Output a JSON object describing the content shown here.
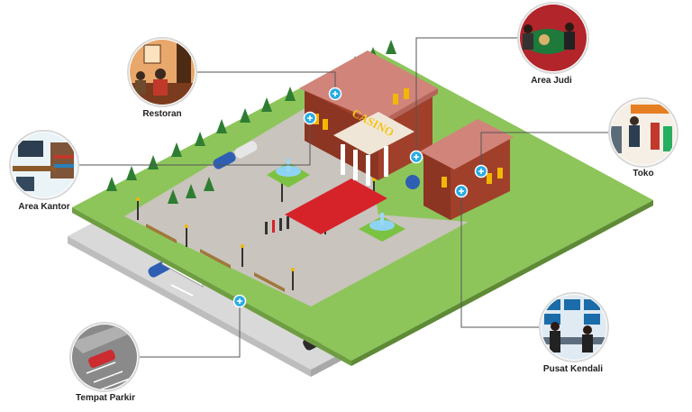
{
  "sign": {
    "casino": "CASINO"
  },
  "callouts": [
    {
      "key": "restoran",
      "label": "Restoran",
      "icon": "restaurant-icon"
    },
    {
      "key": "area-judi",
      "label": "Area Judi",
      "icon": "gambling-table-icon"
    },
    {
      "key": "toko",
      "label": "Toko",
      "icon": "shop-icon"
    },
    {
      "key": "area-kantor",
      "label": "Area Kantor",
      "icon": "office-icon"
    },
    {
      "key": "tempat-parkir",
      "label": "Tempat Parkir",
      "icon": "parking-icon"
    },
    {
      "key": "pusat-kendali",
      "label": "Pusat Kendali",
      "icon": "control-room-icon"
    }
  ],
  "colors": {
    "grass": "#8dc55a",
    "plaza": "#c9c4bd",
    "building": "#a0402b",
    "roof": "#d1847a",
    "carpet": "#d6232a",
    "road": "#5b5b5b",
    "marker": "#29abe2",
    "callout-ring": "#d8d8d8",
    "gambling-accent": "#b1252b"
  }
}
